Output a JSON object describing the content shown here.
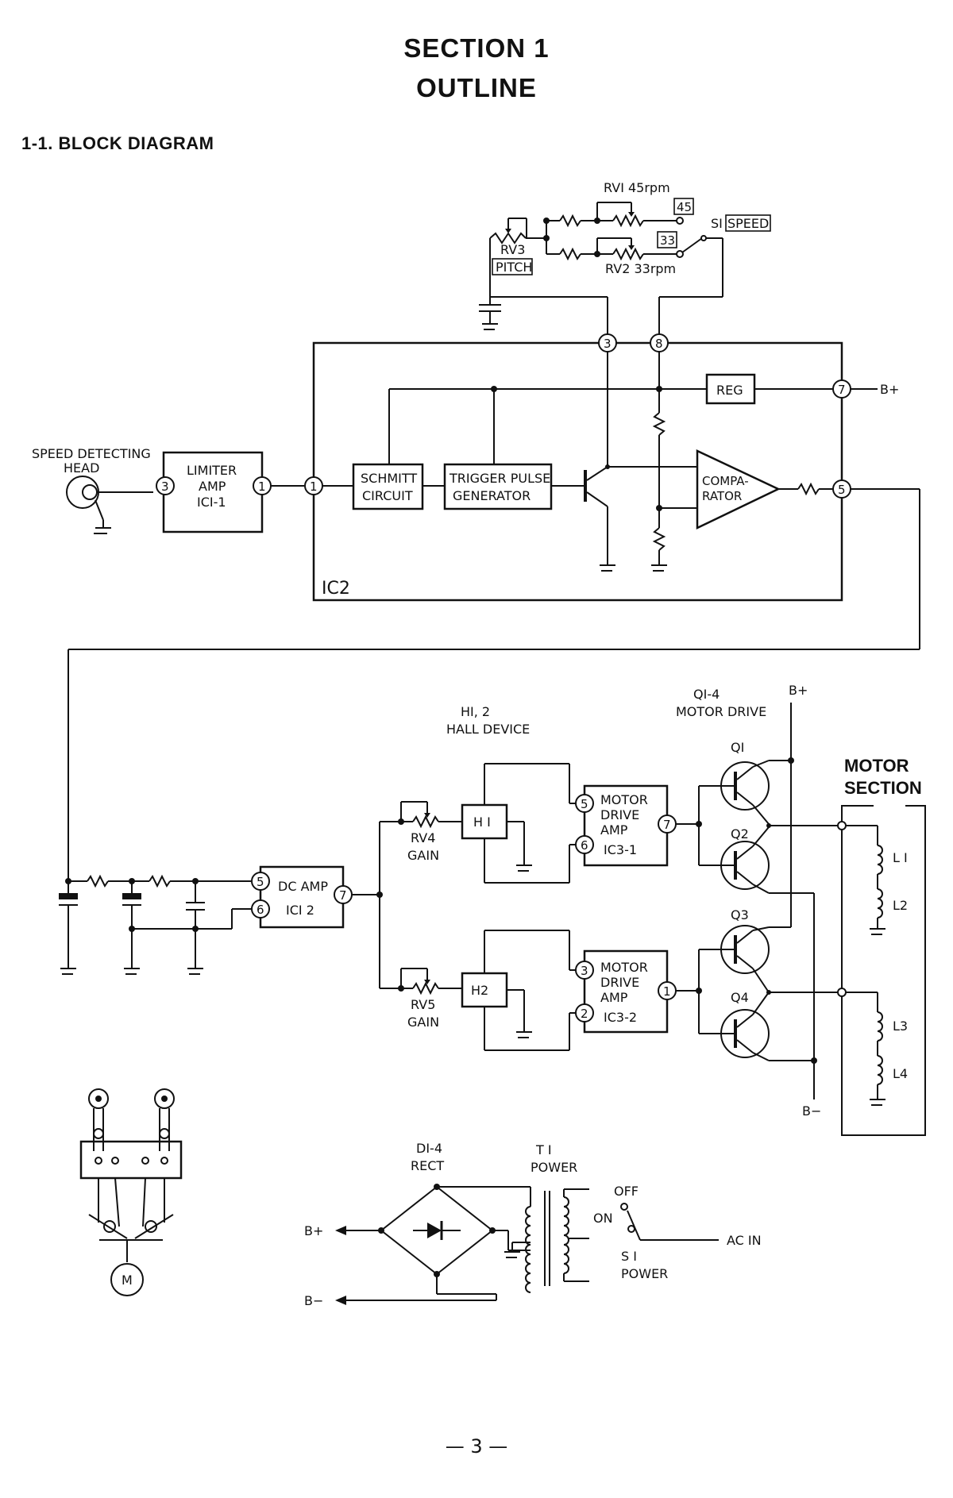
{
  "header": {
    "section": "SECTION 1",
    "title": "OUTLINE",
    "subheading": "1-1.  BLOCK DIAGRAM"
  },
  "labels": {
    "speed_head_1": "SPEED DETECTING",
    "speed_head_2": "HEAD",
    "limiter_1": "LIMITER",
    "limiter_2": "AMP",
    "limiter_3": "ICI-1",
    "schmitt_1": "SCHMITT",
    "schmitt_2": "CIRCUIT",
    "trigger_1": "TRIGGER PULSE",
    "trigger_2": "GENERATOR",
    "reg": "REG",
    "comp_1": "COMPA-",
    "comp_2": "RATOR",
    "ic2": "IC2",
    "bplus": "B+",
    "bminus": "B−",
    "rv1": "RVI 45rpm",
    "rv2": "RV2 33rpm",
    "rv3": "RV3",
    "pitch": "PITCH",
    "sw45": "45",
    "sw33": "33",
    "s1": "SI",
    "speed": "SPEED",
    "dcamp_1": "DC AMP",
    "dcamp_2": "ICI 2",
    "rv4": "RV4",
    "rv5": "RV5",
    "gain": "GAIN",
    "hall_1": "HI, 2",
    "hall_2": "HALL DEVICE",
    "h1": "H I",
    "h2": "H2",
    "mda_1": "MOTOR",
    "mda_2": "DRIVE",
    "mda_3": "AMP",
    "ic31": "IC3-1",
    "ic32": "IC3-2",
    "qdrive_1": "QI-4",
    "qdrive_2": "MOTOR DRIVE",
    "q1": "QI",
    "q2": "Q2",
    "q3": "Q3",
    "q4": "Q4",
    "motor_1": "MOTOR",
    "motor_2": "SECTION",
    "l1": "L I",
    "l2": "L2",
    "l3": "L3",
    "l4": "L4",
    "rect_1": "DI-4",
    "rect_2": "RECT",
    "t1_1": "T I",
    "t1_2": "POWER",
    "off": "OFF",
    "on": "ON",
    "s1p": "S I",
    "power": "POWER",
    "acin": "AC IN",
    "m": "M"
  },
  "pins": {
    "p1": "1",
    "p2": "2",
    "p3": "3",
    "p5": "5",
    "p6": "6",
    "p7": "7",
    "p8": "8"
  },
  "footer": {
    "page": "— 3 —"
  }
}
